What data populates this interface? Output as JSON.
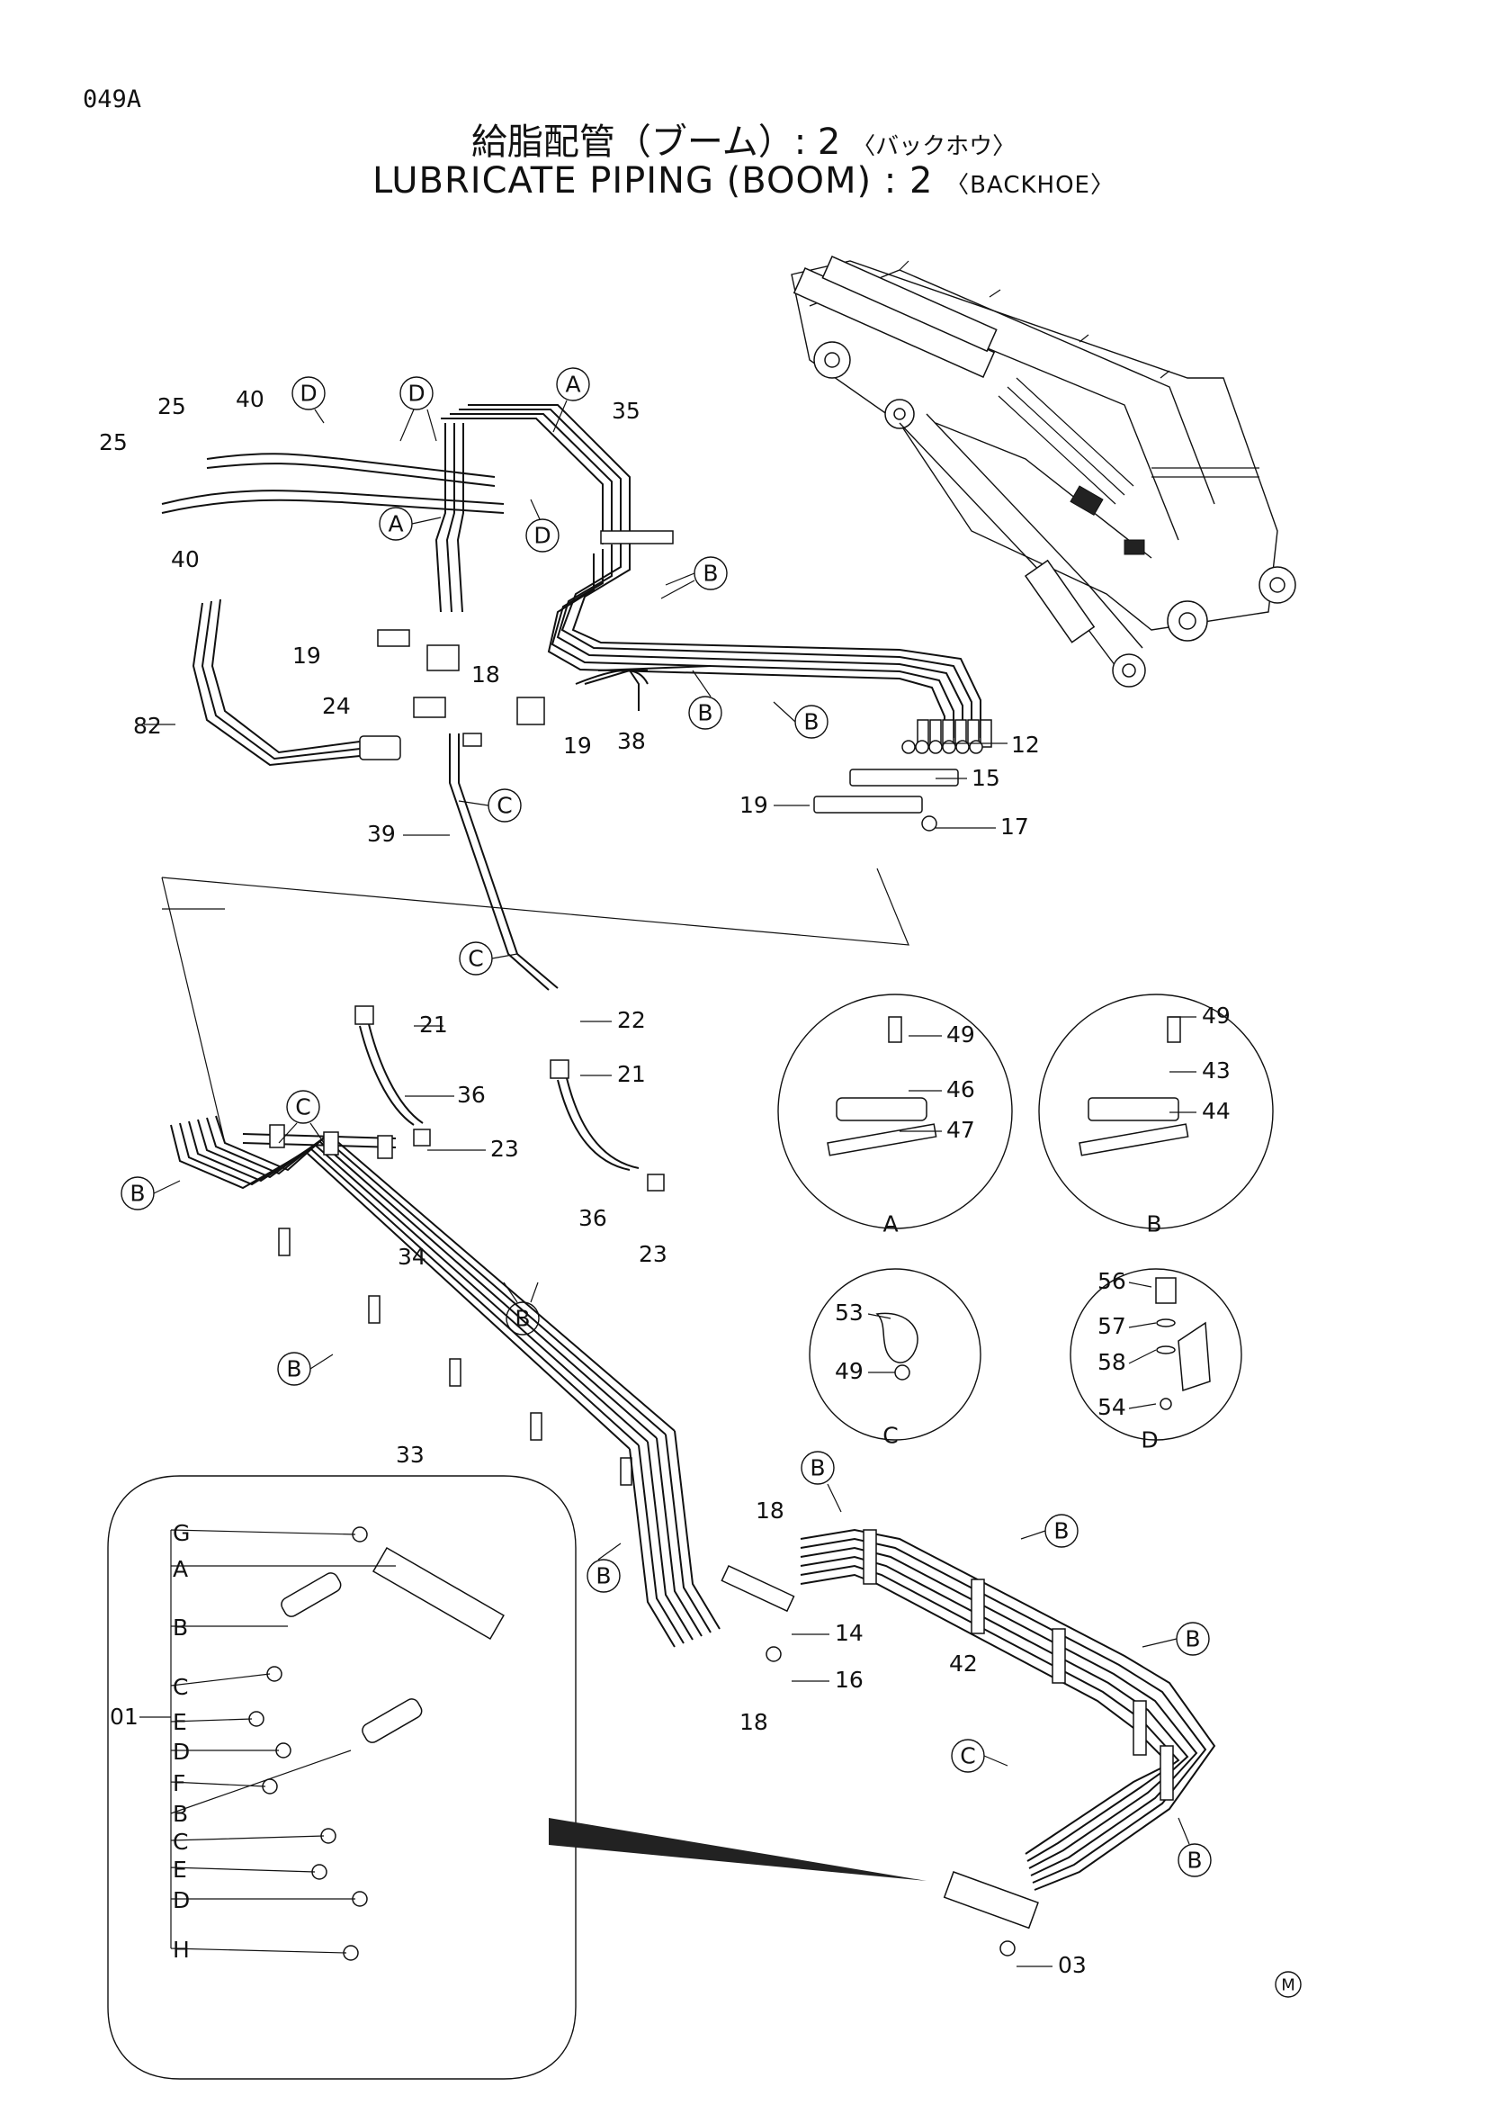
{
  "page_id": "049A",
  "title_jp": "給脂配管（ブーム）: 2",
  "title_jp_sub": "〈バックホウ〉",
  "title_en": "LUBRICATE PIPING (BOOM) : 2",
  "title_en_sub": "〈BACKHOE〉",
  "callout_letters": {
    "a": "A",
    "b": "B",
    "c": "C",
    "d": "D"
  },
  "detail_labels": {
    "a": "A",
    "b": "B",
    "c": "C",
    "d": "D"
  },
  "part_numbers": {
    "p25": "25",
    "p40": "40",
    "p35": "35",
    "p19": "19",
    "p24": "24",
    "p82": "82",
    "p18": "18",
    "p38": "38",
    "p12": "12",
    "p15": "15",
    "p17": "17",
    "p39": "39",
    "p22": "22",
    "p21": "21",
    "p36": "36",
    "p23": "23",
    "p49": "49",
    "p46": "46",
    "p47": "47",
    "p43": "43",
    "p44": "44",
    "p53": "53",
    "p56": "56",
    "p57": "57",
    "p58": "58",
    "p54": "54",
    "p34": "34",
    "p33": "33",
    "p14": "14",
    "p16": "16",
    "p42": "42",
    "p03": "03",
    "p01": "01"
  },
  "inset_letters": [
    "G",
    "A",
    "B",
    "C",
    "E",
    "D",
    "F",
    "B",
    "C",
    "E",
    "D",
    "H"
  ],
  "corner_mark": "M"
}
